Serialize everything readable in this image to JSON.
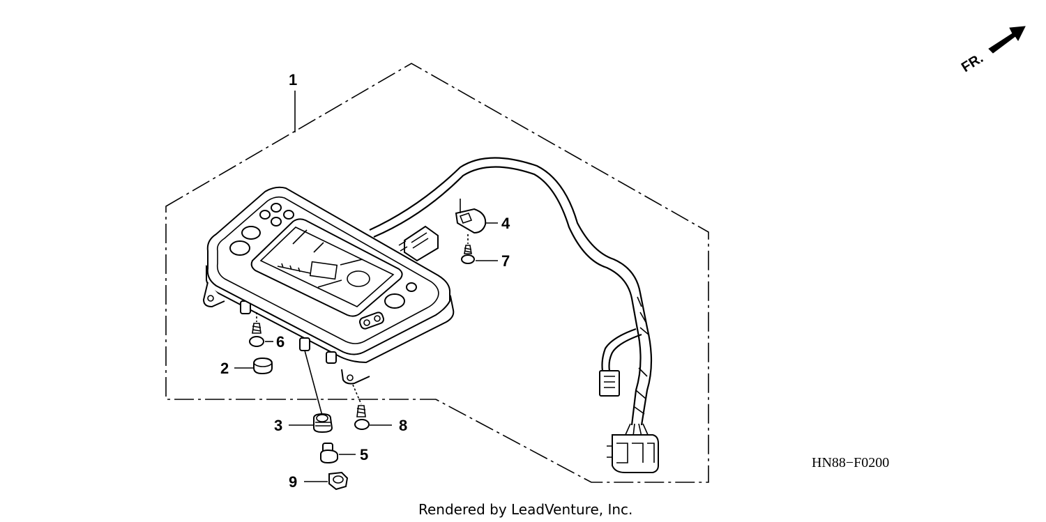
{
  "diagram": {
    "callouts": [
      {
        "id": "1",
        "label": "1"
      },
      {
        "id": "2",
        "label": "2"
      },
      {
        "id": "3",
        "label": "3"
      },
      {
        "id": "4",
        "label": "4"
      },
      {
        "id": "5",
        "label": "5"
      },
      {
        "id": "6",
        "label": "6"
      },
      {
        "id": "7",
        "label": "7"
      },
      {
        "id": "8",
        "label": "8"
      },
      {
        "id": "9",
        "label": "9"
      }
    ],
    "direction_label": "FR.",
    "diagram_code": "HN88−F0200",
    "credit": "Rendered by LeadVenture, Inc."
  }
}
